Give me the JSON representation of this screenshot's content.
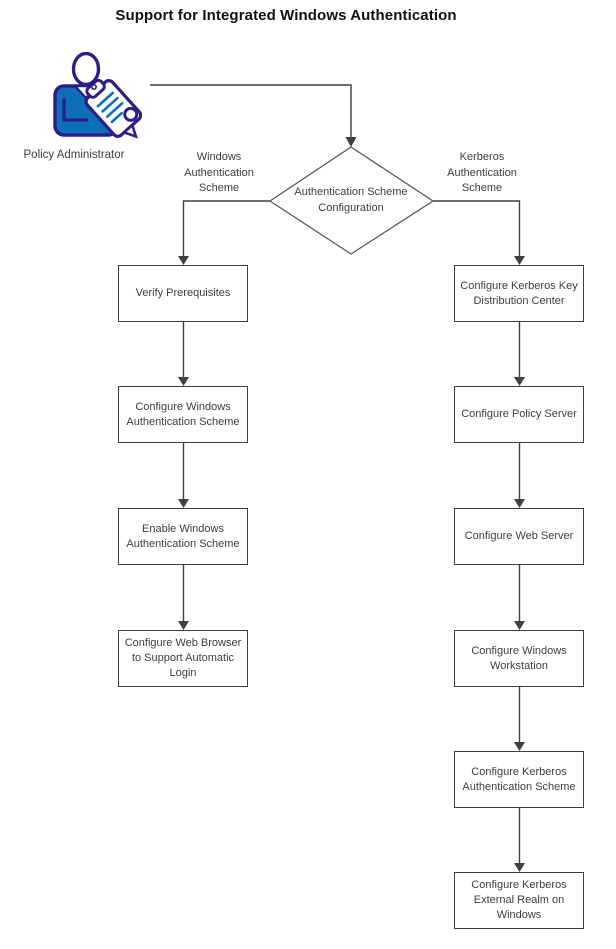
{
  "title": "Support for Integrated Windows Authentication",
  "actor": {
    "label": "Policy Administrator"
  },
  "decision": {
    "label": "Authentication Scheme Configuration"
  },
  "branches": {
    "left": {
      "label": "Windows Authentication Scheme",
      "steps": [
        "Verify Prerequisites",
        "Configure Windows Authentication Scheme",
        "Enable Windows Authentication Scheme",
        "Configure Web Browser to Support Automatic Login"
      ]
    },
    "right": {
      "label": "Kerberos Authentication Scheme",
      "steps": [
        "Configure Kerberos Key Distribution Center",
        "Configure Policy Server",
        "Configure Web Server",
        "Configure Windows Workstation",
        "Configure Kerberos Authentication Scheme",
        "Configure Kerberos External Realm on Windows"
      ]
    }
  },
  "colors": {
    "connector": "#3f3f3f",
    "diamond_border": "#595959",
    "box_border": "#3f3f3f",
    "icon_navy": "#2b1f87",
    "icon_blue": "#0d6fb8"
  }
}
